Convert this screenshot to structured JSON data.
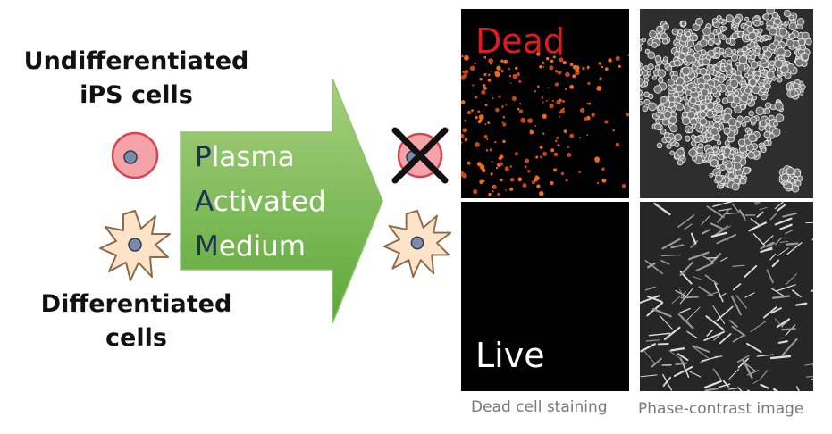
{
  "left": {
    "undifferentiated_label_line1": "Undifferentiated",
    "undifferentiated_label_line2": "iPS cells",
    "differentiated_label_line1": "Differentiated",
    "differentiated_label_line2": "cells"
  },
  "arrow": {
    "line1_initial": "P",
    "line1_rest": "lasma",
    "line2_initial": "A",
    "line2_rest": "ctivated",
    "line3_initial": "M",
    "line3_rest": "edium"
  },
  "panels": {
    "dead_label": "Dead",
    "live_label": "Live",
    "caption_staining": "Dead cell staining",
    "caption_phase": "Phase-contrast image"
  },
  "colors": {
    "ips_cell_fill": "#f4a3a8",
    "ips_cell_stroke": "#d9434f",
    "diff_cell_fill": "#fde3c8",
    "nucleus": "#7b8aa6",
    "arrow_top": "#a6d07e",
    "arrow_bottom": "#5da83a",
    "dead_label": "#e01b1b",
    "dead_spots": "#f06a1e"
  },
  "icons": {
    "undiff_cell": "round-cell-icon",
    "diff_cell": "star-cell-icon",
    "cross": "cross-mark-icon"
  }
}
